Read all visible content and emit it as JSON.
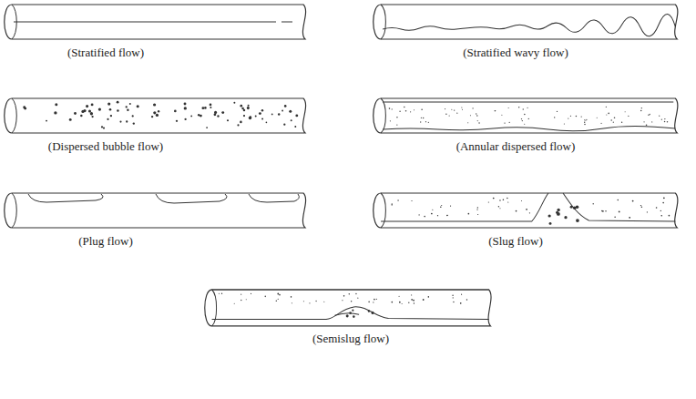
{
  "diagram": {
    "labels": [
      "(Stratified flow)",
      "(Stratified wavy flow)",
      "(Dispersed bubble flow)",
      "(Annular dispersed flow)",
      "(Plug flow)",
      "(Slug flow)",
      "(Semislug flow)"
    ]
  }
}
